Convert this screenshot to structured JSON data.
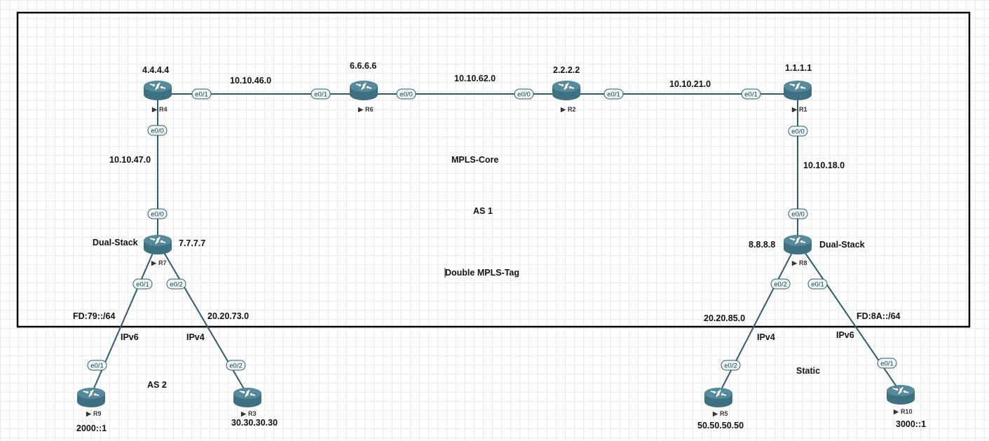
{
  "colors": {
    "link": "#2a5d6e",
    "router_body": "#3d7080",
    "router_top": "#56899a",
    "frame": "#000000",
    "port_fill": "#eef5f7",
    "port_stroke": "#2a5d6e"
  },
  "area_labels": {
    "core": "MPLS-Core",
    "as1": "AS 1",
    "tag": "Double MPLS-Tag",
    "as2": "AS 2",
    "static": "Static"
  },
  "routers": {
    "r4": {
      "name": "R4",
      "id": "4.4.4.4"
    },
    "r6": {
      "name": "R6",
      "id": "6.6.6.6"
    },
    "r2": {
      "name": "R2",
      "id": "2.2.2.2"
    },
    "r1": {
      "name": "R1",
      "id": "1.1.1.1"
    },
    "r7": {
      "name": "R7",
      "id": "7.7.7.7",
      "role": "Dual-Stack"
    },
    "r8": {
      "name": "R8",
      "id": "8.8.8.8",
      "role": "Dual-Stack"
    },
    "r9": {
      "name": "R9",
      "id": "2000::1"
    },
    "r3": {
      "name": "R3",
      "id": "30.30.30.30"
    },
    "r5": {
      "name": "R5",
      "id": "50.50.50.50"
    },
    "r10": {
      "name": "R10",
      "id": "3000::1"
    }
  },
  "networks": {
    "r4_r6": "10.10.46.0",
    "r6_r2": "10.10.62.0",
    "r2_r1": "10.10.21.0",
    "r4_r7": "10.10.47.0",
    "r1_r8": "10.10.18.0",
    "r7_r9": "FD:79::/64",
    "r7_r3": "20.20.73.0",
    "r8_r5": "20.20.85.0",
    "r8_r10": "FD:8A::/64"
  },
  "link_types": {
    "r7_r9": "IPv6",
    "r7_r3": "IPv4",
    "r8_r5": "IPv4",
    "r8_r10": "IPv6"
  },
  "interfaces": {
    "r4_a": "e0/1",
    "r6_a": "e0/1",
    "r6_b": "e0/0",
    "r2_a": "e0/0",
    "r2_b": "e0/1",
    "r1_a": "e0/1",
    "r4_b": "e0/0",
    "r7_a": "e0/0",
    "r1_b": "e0/0",
    "r8_a": "e0/0",
    "r7_b": "e0/1",
    "r9_a": "e0/1",
    "r7_c": "e0/2",
    "r3_a": "e0/2",
    "r8_b": "e0/2",
    "r5_a": "e0/2",
    "r8_c": "e0/1",
    "r10_a": "e0/1"
  }
}
